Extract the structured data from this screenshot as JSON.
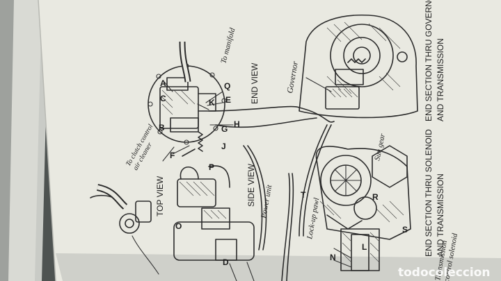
{
  "captions": {
    "top_view": "TOP VIEW",
    "side_view": "SIDE VIEW",
    "end_view": "END VIEW",
    "governor_section_line1": "END SECTION THRU GOVERNOR",
    "governor_section_line2": "AND TRANSMISSION",
    "solenoid_section_line1": "END SECTION THRU SOLENOID",
    "solenoid_section_line2": "AND TRANSMISSION"
  },
  "annotations": {
    "to_manifold": "To manifold",
    "governor": "Governor",
    "to_clutch_line1": "To clutch control",
    "to_clutch_line2": "air cleaner",
    "power_unit": "Power unit",
    "sun_gear": "Sun gear",
    "lockup_pawl": "Lock-up pawl",
    "transmission_line1": "Transmission",
    "transmission_line2": "control solenoid"
  },
  "letters": {
    "A": "A",
    "B": "B",
    "C": "C",
    "D": "D",
    "E": "E",
    "F": "F",
    "G": "G",
    "H": "H",
    "J": "J",
    "K": "K",
    "L": "L",
    "N": "N",
    "O": "O",
    "P": "P",
    "Q": "Q",
    "R": "R",
    "S": "S",
    "T": "T"
  },
  "watermark": "todocoleccion",
  "colors": {
    "paper": "#e9e9e1",
    "ink": "#2b2b2b",
    "background": "#4a4f4c",
    "watermark": "#ffffff"
  }
}
